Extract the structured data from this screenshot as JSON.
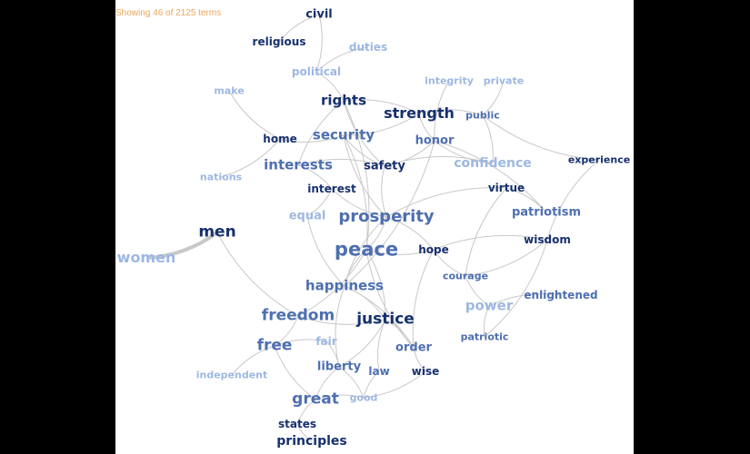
{
  "status": "Showing 46 of 2125 terms",
  "colors": {
    "dark": "#16306e",
    "mid": "#4e6fb0",
    "light": "#9db8e2",
    "status": "#e8a75a",
    "link": "#c8c8c8"
  },
  "terms": [
    {
      "id": "civil",
      "label": "civil",
      "shade": "dark"
    },
    {
      "id": "religious",
      "label": "religious",
      "shade": "dark"
    },
    {
      "id": "duties",
      "label": "duties",
      "shade": "light"
    },
    {
      "id": "political",
      "label": "political",
      "shade": "light"
    },
    {
      "id": "integrity",
      "label": "integrity",
      "shade": "light"
    },
    {
      "id": "private",
      "label": "private",
      "shade": "light"
    },
    {
      "id": "make",
      "label": "make",
      "shade": "light"
    },
    {
      "id": "rights",
      "label": "rights",
      "shade": "dark"
    },
    {
      "id": "strength",
      "label": "strength",
      "shade": "dark"
    },
    {
      "id": "public",
      "label": "public",
      "shade": "mid"
    },
    {
      "id": "home",
      "label": "home",
      "shade": "dark"
    },
    {
      "id": "security",
      "label": "security",
      "shade": "mid"
    },
    {
      "id": "honor",
      "label": "honor",
      "shade": "mid"
    },
    {
      "id": "interests",
      "label": "interests",
      "shade": "mid"
    },
    {
      "id": "safety",
      "label": "safety",
      "shade": "dark"
    },
    {
      "id": "confidence",
      "label": "confidence",
      "shade": "light"
    },
    {
      "id": "experience",
      "label": "experience",
      "shade": "dark"
    },
    {
      "id": "nations",
      "label": "nations",
      "shade": "light"
    },
    {
      "id": "interest",
      "label": "interest",
      "shade": "dark"
    },
    {
      "id": "virtue",
      "label": "virtue",
      "shade": "dark"
    },
    {
      "id": "equal",
      "label": "equal",
      "shade": "light"
    },
    {
      "id": "prosperity",
      "label": "prosperity",
      "shade": "mid"
    },
    {
      "id": "patriotism",
      "label": "patriotism",
      "shade": "mid"
    },
    {
      "id": "men",
      "label": "men",
      "shade": "dark"
    },
    {
      "id": "wisdom",
      "label": "wisdom",
      "shade": "dark"
    },
    {
      "id": "women",
      "label": "women",
      "shade": "light"
    },
    {
      "id": "peace",
      "label": "peace",
      "shade": "mid"
    },
    {
      "id": "hope",
      "label": "hope",
      "shade": "dark"
    },
    {
      "id": "courage",
      "label": "courage",
      "shade": "mid"
    },
    {
      "id": "happiness",
      "label": "happiness",
      "shade": "mid"
    },
    {
      "id": "power",
      "label": "power",
      "shade": "light"
    },
    {
      "id": "enlightened",
      "label": "enlightened",
      "shade": "mid"
    },
    {
      "id": "freedom",
      "label": "freedom",
      "shade": "mid"
    },
    {
      "id": "justice",
      "label": "justice",
      "shade": "dark"
    },
    {
      "id": "patriotic",
      "label": "patriotic",
      "shade": "mid"
    },
    {
      "id": "free",
      "label": "free",
      "shade": "mid"
    },
    {
      "id": "fair",
      "label": "fair",
      "shade": "light"
    },
    {
      "id": "order",
      "label": "order",
      "shade": "mid"
    },
    {
      "id": "independent",
      "label": "independent",
      "shade": "light"
    },
    {
      "id": "liberty",
      "label": "liberty",
      "shade": "mid"
    },
    {
      "id": "law",
      "label": "law",
      "shade": "mid"
    },
    {
      "id": "wise",
      "label": "wise",
      "shade": "dark"
    },
    {
      "id": "great",
      "label": "great",
      "shade": "mid"
    },
    {
      "id": "good",
      "label": "good",
      "shade": "light"
    },
    {
      "id": "states",
      "label": "states",
      "shade": "dark"
    },
    {
      "id": "principles",
      "label": "principles",
      "shade": "dark"
    }
  ],
  "links": [
    [
      "civil",
      "religious"
    ],
    [
      "civil",
      "political"
    ],
    [
      "duties",
      "political"
    ],
    [
      "political",
      "rights"
    ],
    [
      "make",
      "home"
    ],
    [
      "home",
      "nations"
    ],
    [
      "home",
      "security"
    ],
    [
      "rights",
      "strength"
    ],
    [
      "rights",
      "interests"
    ],
    [
      "rights",
      "peace"
    ],
    [
      "rights",
      "safety"
    ],
    [
      "strength",
      "public"
    ],
    [
      "strength",
      "honor"
    ],
    [
      "strength",
      "security"
    ],
    [
      "integrity",
      "honor"
    ],
    [
      "private",
      "public"
    ],
    [
      "public",
      "experience"
    ],
    [
      "public",
      "confidence"
    ],
    [
      "security",
      "safety"
    ],
    [
      "security",
      "peace"
    ],
    [
      "security",
      "prosperity"
    ],
    [
      "honor",
      "safety"
    ],
    [
      "honor",
      "confidence"
    ],
    [
      "honor",
      "patriotism"
    ],
    [
      "safety",
      "interests"
    ],
    [
      "safety",
      "confidence"
    ],
    [
      "safety",
      "prosperity"
    ],
    [
      "interests",
      "interest"
    ],
    [
      "interest",
      "prosperity"
    ],
    [
      "interest",
      "equal"
    ],
    [
      "experience",
      "wisdom"
    ],
    [
      "virtue",
      "patriotism"
    ],
    [
      "virtue",
      "prosperity"
    ],
    [
      "prosperity",
      "peace"
    ],
    [
      "prosperity",
      "happiness"
    ],
    [
      "prosperity",
      "hope"
    ],
    [
      "peace",
      "happiness"
    ],
    [
      "peace",
      "justice"
    ],
    [
      "peace",
      "hope"
    ],
    [
      "peace",
      "freedom"
    ],
    [
      "equal",
      "happiness"
    ],
    [
      "men",
      "women"
    ],
    [
      "men",
      "freedom"
    ],
    [
      "wisdom",
      "courage"
    ],
    [
      "wisdom",
      "hope"
    ],
    [
      "wisdom",
      "patriotic"
    ],
    [
      "courage",
      "power"
    ],
    [
      "courage",
      "virtue"
    ],
    [
      "hope",
      "courage"
    ],
    [
      "power",
      "enlightened"
    ],
    [
      "power",
      "patriotic"
    ],
    [
      "happiness",
      "justice"
    ],
    [
      "happiness",
      "liberty"
    ],
    [
      "freedom",
      "free"
    ],
    [
      "freedom",
      "justice"
    ],
    [
      "justice",
      "order"
    ],
    [
      "justice",
      "law"
    ],
    [
      "justice",
      "liberty"
    ],
    [
      "order",
      "wise"
    ],
    [
      "order",
      "hope"
    ],
    [
      "free",
      "independent"
    ],
    [
      "free",
      "fair"
    ],
    [
      "free",
      "great"
    ],
    [
      "fair",
      "liberty"
    ],
    [
      "liberty",
      "great"
    ],
    [
      "liberty",
      "good"
    ],
    [
      "law",
      "good"
    ],
    [
      "wise",
      "good"
    ],
    [
      "great",
      "states"
    ],
    [
      "great",
      "good"
    ],
    [
      "states",
      "principles"
    ],
    [
      "honor",
      "happiness"
    ],
    [
      "peace",
      "order"
    ],
    [
      "happiness",
      "order"
    ]
  ]
}
